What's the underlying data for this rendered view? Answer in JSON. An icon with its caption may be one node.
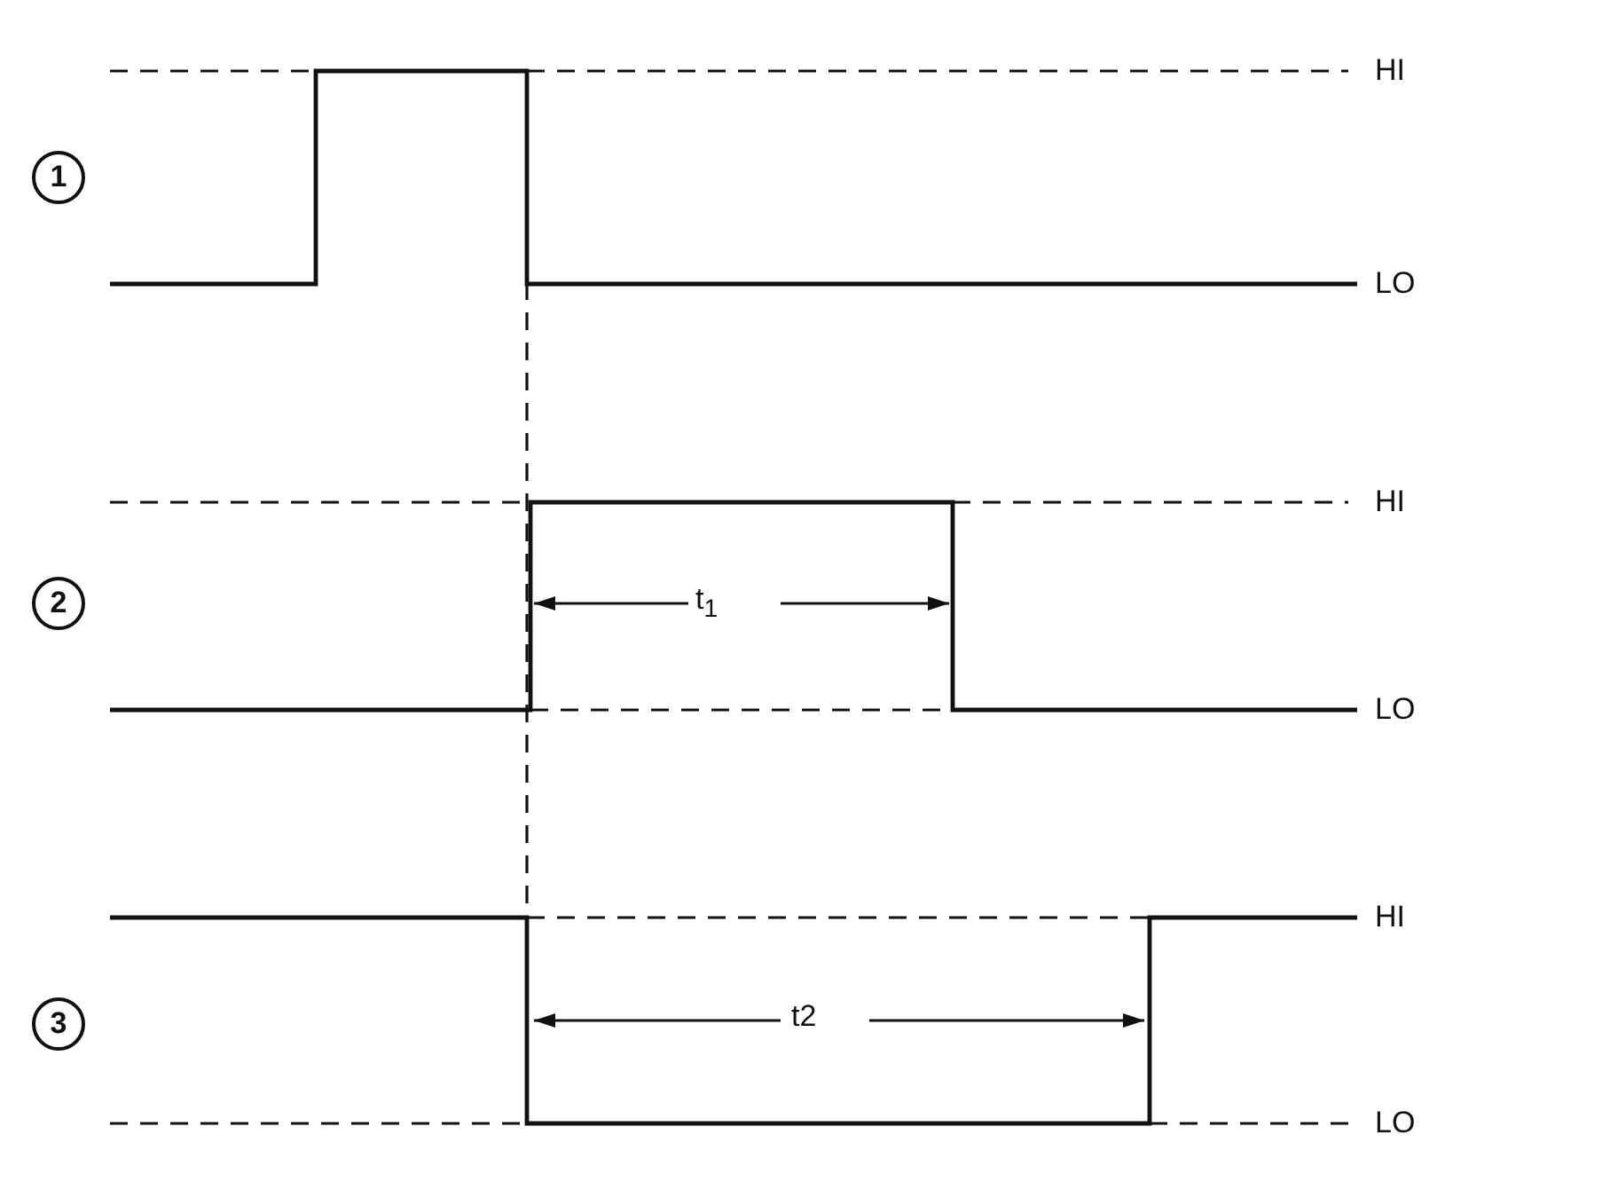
{
  "diagram": {
    "nodes": [
      {
        "text": [
          "1"
        ]
      },
      {
        "text": [
          "2"
        ]
      },
      {
        "text": [
          "3"
        ]
      }
    ],
    "labels": [
      "HI",
      "LO",
      "HI",
      "t$_{1}$",
      "LO",
      "HI",
      "t2",
      "LO"
    ]
  }
}
